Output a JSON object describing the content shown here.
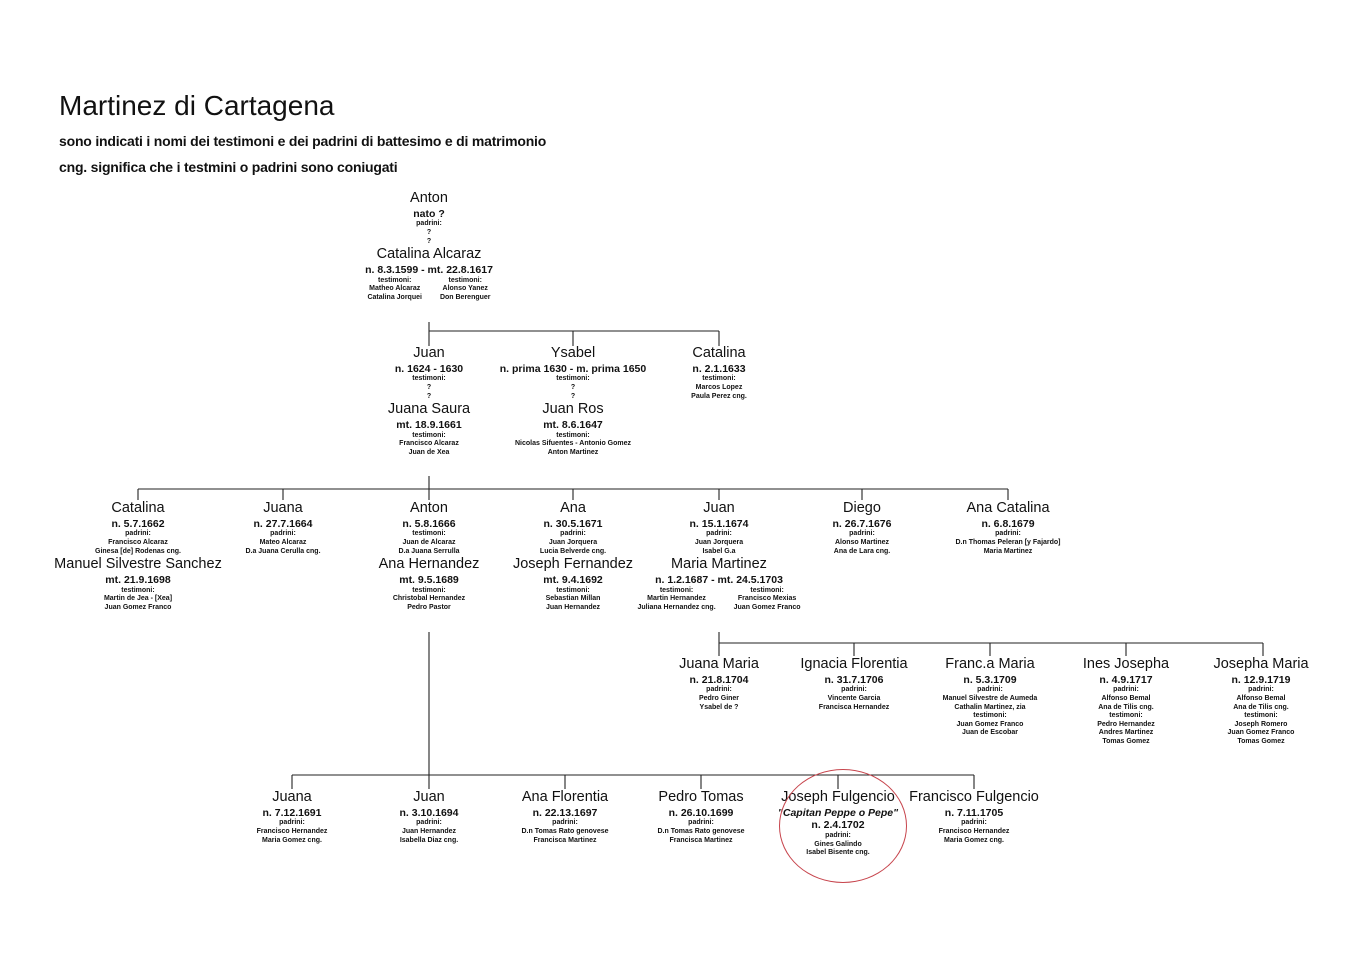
{
  "header": {
    "title": "Martinez di Cartagena",
    "subtitle1": "sono indicati i nomi dei testimoni e dei padrini di battesimo e di matrimonio",
    "subtitle2": "cng. significa che i testmini o padrini sono coniugati"
  },
  "highlight_color": "#c7454d",
  "gen1": {
    "person": {
      "name": "Anton",
      "date": "nato ?",
      "role": "padrini:",
      "w1": "?",
      "w2": "?"
    },
    "spouse": {
      "name": "Catalina Alcaraz",
      "date": "n. 8.3.1599 - mt. 22.8.1617",
      "left": {
        "role": "testimoni:",
        "w1": "Matheo Alcaraz",
        "w2": "Catalina Jorquei"
      },
      "right": {
        "role": "testimoni:",
        "w1": "Alonso Yanez",
        "w2": "Don Berenguer"
      }
    }
  },
  "gen2": [
    {
      "name": "Juan",
      "date": "n. 1624 - 1630",
      "role": "testimoni:",
      "w1": "?",
      "w2": "?",
      "spouse": {
        "name": "Juana Saura",
        "date": "mt. 18.9.1661",
        "role": "testimoni:",
        "w1": "Francisco Alcaraz",
        "w2": "Juan de Xea"
      }
    },
    {
      "name": "Ysabel",
      "date": "n. prima 1630 - m. prima 1650",
      "role": "testimoni:",
      "w1": "?",
      "w2": "?",
      "spouse": {
        "name": "Juan Ros",
        "date": "mt. 8.6.1647",
        "role": "testimoni:",
        "w1": "Nicolas Sifuentes - Antonio Gomez",
        "w2": "Anton Martinez"
      }
    },
    {
      "name": "Catalina",
      "date": "n. 2.1.1633",
      "role": "testimoni:",
      "w1": "Marcos Lopez",
      "w2": "Paula Perez cng."
    }
  ],
  "gen3": [
    {
      "name": "Catalina",
      "date": "n. 5.7.1662",
      "role": "padrini:",
      "w1": "Francisco Alcaraz",
      "w2": "Ginesa [de] Rodenas cng.",
      "spouse": {
        "name": "Manuel Silvestre Sanchez",
        "date": "mt. 21.9.1698",
        "role": "testimoni:",
        "w1": "Martin de Jea - [Xea]",
        "w2": "Juan Gomez Franco"
      }
    },
    {
      "name": "Juana",
      "date": "n. 27.7.1664",
      "role": "padrini:",
      "w1": "Mateo Alcaraz",
      "w2": "D.a Juana Cerulla cng."
    },
    {
      "name": "Anton",
      "date": "n. 5.8.1666",
      "role": "testimoni:",
      "w1": "Juan de Alcaraz",
      "w2": "D.a Juana Serrulla",
      "spouse": {
        "name": "Ana Hernandez",
        "date": "mt. 9.5.1689",
        "role": "testimoni:",
        "w1": "Christobal Hernandez",
        "w2": "Pedro Pastor"
      }
    },
    {
      "name": "Ana",
      "date": "n. 30.5.1671",
      "role": "padrini:",
      "w1": "Juan Jorquera",
      "w2": "Lucia Belverde cng.",
      "spouse": {
        "name": "Joseph Fernandez",
        "date": "mt. 9.4.1692",
        "role": "testimoni:",
        "w1": "Sebastian Millan",
        "w2": "Juan Hernandez"
      }
    },
    {
      "name": "Juan",
      "date": "n. 15.1.1674",
      "role": "padrini:",
      "w1": "Juan Jorquera",
      "w2": "Isabel G.a",
      "spouse": {
        "name": "Maria Martinez",
        "date": "n. 1.2.1687  -  mt. 24.5.1703",
        "left": {
          "role": "testimoni:",
          "w1": "Martin Hernandez",
          "w2": "Juliana Hernandez cng."
        },
        "right": {
          "role": "testimoni:",
          "w1": "Francisco Mexias",
          "w2": "Juan Gomez Franco"
        }
      }
    },
    {
      "name": "Diego",
      "date": "n. 26.7.1676",
      "role": "padrini:",
      "w1": "Alonso Martinez",
      "w2": "Ana de Lara cng."
    },
    {
      "name": "Ana Catalina",
      "date": "n. 6.8.1679",
      "role": "padrini:",
      "w1": "D.n Thomas Peleran [y Fajardo]",
      "w2": "Maria Martinez"
    }
  ],
  "gen4_juan": [
    {
      "name": "Juana Maria",
      "date": "n. 21.8.1704",
      "role": "padrini:",
      "w1": "Pedro Giner",
      "w2": "Ysabel de ?"
    },
    {
      "name": "Ignacia Florentia",
      "date": "n. 31.7.1706",
      "role": "padrini:",
      "w1": "Vincente Garcia",
      "w2": "Francisca Hernandez"
    },
    {
      "name": "Franc.a Maria",
      "date": "n. 5.3.1709",
      "role": "padrini:",
      "w1": "Manuel Silvestre de Aumeda",
      "w2": "Cathalin Martinez, zia",
      "role2": "testimoni:",
      "w3": "Juan Gomez Franco",
      "w4": "Juan de Escobar"
    },
    {
      "name": "Ines Josepha",
      "date": "n. 4.9.1717",
      "role": "padrini:",
      "w1": "Alfonso Bemal",
      "w2": "Ana de Tilis cng.",
      "role2": "testimoni:",
      "w3": "Pedro Hernandez",
      "w4": "Andres Martinez",
      "w5": "Tomas Gomez"
    },
    {
      "name": "Josepha Maria",
      "date": "n. 12.9.1719",
      "role": "padrini:",
      "w1": "Alfonso Bemal",
      "w2": "Ana de Tilis cng.",
      "role2": "testimoni:",
      "w3": "Joseph Romero",
      "w4": "Juan Gomez Franco",
      "w5": "Tomas Gomez"
    }
  ],
  "gen4_anton": [
    {
      "name": "Juana",
      "date": "n. 7.12.1691",
      "role": "padrini:",
      "w1": "Francisco Hernandez",
      "w2": "Maria Gomez cng."
    },
    {
      "name": "Juan",
      "date": "n. 3.10.1694",
      "role": "padrini:",
      "w1": "Juan Hernandez",
      "w2": "Isabella Diaz cng."
    },
    {
      "name": "Ana Florentia",
      "date": "n. 22.13.1697",
      "role": "padrini:",
      "w1": "D.n Tomas Rato genovese",
      "w2": "Francisca Martinez"
    },
    {
      "name": "Pedro Tomas",
      "date": "n. 26.10.1699",
      "role": "padrini:",
      "w1": "D.n Tomas Rato genovese",
      "w2": "Francisca Martinez"
    },
    {
      "name": "Joseph Fulgencio",
      "nick": "\"Capitan Peppe o Pepe\"",
      "date": "n. 2.4.1702",
      "role": "padrini:",
      "w1": "Gines Galindo",
      "w2": "Isabel Bisente cng."
    },
    {
      "name": "Francisco Fulgencio",
      "date": "n. 7.11.1705",
      "role": "padrini:",
      "w1": "Francisco Hernandez",
      "w2": "Maria Gomez cng."
    }
  ]
}
